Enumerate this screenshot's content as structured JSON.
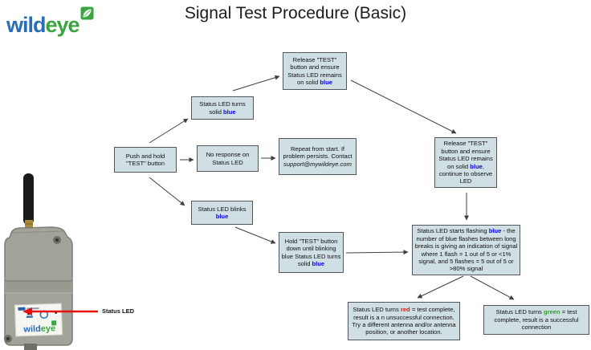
{
  "logo": {
    "wild": "wild",
    "eye": "eye"
  },
  "title": "Signal Test Procedure (Basic)",
  "device": {
    "status_led_label": "Status LED",
    "mini_logo_wild": "wild",
    "mini_logo_eye": "eye"
  },
  "colors": {
    "box_fill": "#cfdfe4",
    "box_border": "#54585a",
    "keyword_blue": "#0a00ee",
    "keyword_red": "#e8140c",
    "keyword_green": "#2f9e2f",
    "logo_blue": "#2a6db5",
    "logo_green": "#3aa63f",
    "callout_arrow_red": "#e8100c"
  },
  "flow": {
    "boxes": [
      {
        "id": "release-top",
        "segments": [
          {
            "text": "Release \"TEST\" button and ensure Status LED remains on solid "
          },
          {
            "text": "blue",
            "color": "blue"
          }
        ]
      },
      {
        "id": "led-solid-blue",
        "segments": [
          {
            "text": "Status LED turns solid "
          },
          {
            "text": "blue",
            "color": "blue"
          }
        ]
      },
      {
        "id": "push-hold",
        "segments": [
          {
            "text": "Push and hold \"TEST\" button"
          }
        ]
      },
      {
        "id": "no-response",
        "segments": [
          {
            "text": "No response on Status LED"
          }
        ]
      },
      {
        "id": "repeat-contact",
        "segments": [
          {
            "text": "Repeat from start. If problem persists. Contact "
          },
          {
            "text": "support@mywildeye.com",
            "italic": true
          }
        ]
      },
      {
        "id": "led-blinks",
        "segments": [
          {
            "text": "Status LED blinks "
          },
          {
            "text": "blue",
            "color": "blue"
          }
        ]
      },
      {
        "id": "hold-test",
        "segments": [
          {
            "text": "Hold \"TEST\" button down until blinking blue Status LED turns solid "
          },
          {
            "text": "blue",
            "color": "blue"
          }
        ]
      },
      {
        "id": "release-observe",
        "segments": [
          {
            "text": "Release \"TEST\" button and ensure Status LED remains on solid "
          },
          {
            "text": "blue",
            "color": "blue"
          },
          {
            "text": ", continue to observe LED"
          }
        ]
      },
      {
        "id": "flashing-signal",
        "segments": [
          {
            "text": "Status LED starts flashing "
          },
          {
            "text": "blue",
            "color": "blue"
          },
          {
            "text": " - the number of blue flashes between long breaks is giving an indication of signal where 1 flash = 1 out of 5 or <1% signal, and 5 flashes = 5 out of 5 or >80% signal"
          }
        ]
      },
      {
        "id": "red-result",
        "segments": [
          {
            "text": "Status LED turns "
          },
          {
            "text": "red",
            "color": "red"
          },
          {
            "text": " = test complete, result is a n unsuccessful connection. Try a different antenna and/or antenna position, or another location."
          }
        ]
      },
      {
        "id": "green-result",
        "segments": [
          {
            "text": "Status LED turns "
          },
          {
            "text": "green",
            "color": "green"
          },
          {
            "text": " = test complete, result is a successful connection"
          }
        ]
      }
    ]
  }
}
